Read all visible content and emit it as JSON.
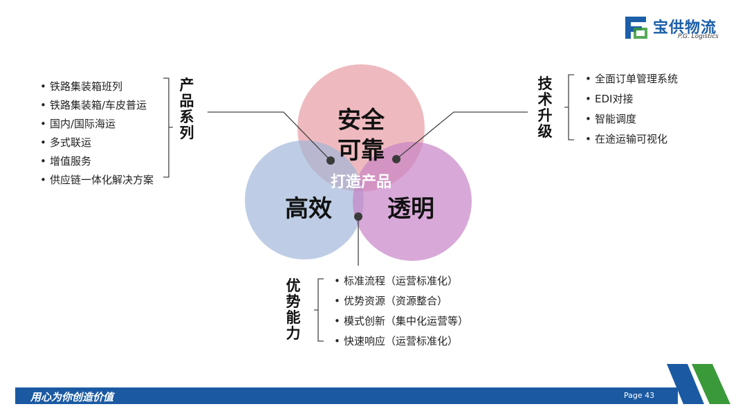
{
  "logo": {
    "name": "宝供物流",
    "sub": "P.G. Logistics"
  },
  "product_series": {
    "title": "产品系列",
    "items": [
      "铁路集装箱班列",
      "铁路集装箱/车皮普运",
      "国内/国际海运",
      "多式联运",
      "增值服务",
      "供应链一体化解决方案"
    ]
  },
  "tech_upgrade": {
    "title": "技术升级",
    "items": [
      "全面订单管理系统",
      "EDI对接",
      "智能调度",
      "在途运输可视化"
    ]
  },
  "advantage": {
    "title": "优势能力",
    "items": [
      "标准流程（运营标准化）",
      "优势资源（资源整合）",
      "模式创新（集中化运营等）",
      "快速响应（运营标准化）"
    ]
  },
  "circles": {
    "top": {
      "line1": "安全",
      "line2": "可靠",
      "color": "#e8a0a6"
    },
    "left": {
      "label": "高效",
      "color": "#9fb6d8"
    },
    "right": {
      "label": "透明",
      "color": "#c680c6"
    },
    "center": "打造产品"
  },
  "footer": {
    "slogan": "用心为你创造价值",
    "page": "Page 43"
  },
  "colors": {
    "brand_blue": "#1b5aa3",
    "brand_green": "#3a9a3a"
  }
}
